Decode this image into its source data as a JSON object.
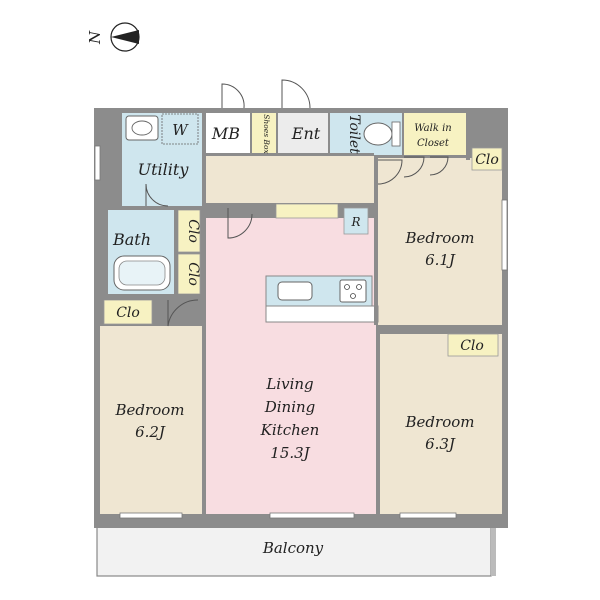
{
  "compass": {
    "label": "N"
  },
  "rooms": {
    "utility": {
      "name": "Utility"
    },
    "washer": {
      "name": "W"
    },
    "mb": {
      "name": "MB"
    },
    "shoes_box": {
      "name": "Shoes Box"
    },
    "entrance": {
      "name": "Ent"
    },
    "toilet": {
      "name": "Toilet"
    },
    "walk_in_closet": {
      "line1": "Walk in",
      "line2": "Closet"
    },
    "bath": {
      "name": "Bath"
    },
    "closet_bath_upper": {
      "name": "Clo"
    },
    "closet_bath_lower": {
      "name": "Clo"
    },
    "refrigerator": {
      "name": "R"
    },
    "closet_bed1": {
      "name": "Clo"
    },
    "closet_bed2": {
      "name": "Clo"
    },
    "closet_bed3": {
      "name": "Clo"
    },
    "bedroom_1": {
      "name": "Bedroom",
      "size": "6.1J"
    },
    "bedroom_2": {
      "name": "Bedroom",
      "size": "6.2J"
    },
    "bedroom_3": {
      "name": "Bedroom",
      "size": "6.3J"
    },
    "ldk": {
      "line1": "Living",
      "line2": "Dining",
      "line3": "Kitchen",
      "size": "15.3J"
    },
    "balcony": {
      "name": "Balcony"
    }
  },
  "colors": {
    "wet_area": "#cfe6ee",
    "bedroom": "#efe6d2",
    "ldk": "#f8dde1",
    "corridor": "#efe6d2",
    "closet": "#f7f2c2",
    "wall": "#8c8c8c",
    "balcony": "#f2f2f2"
  }
}
